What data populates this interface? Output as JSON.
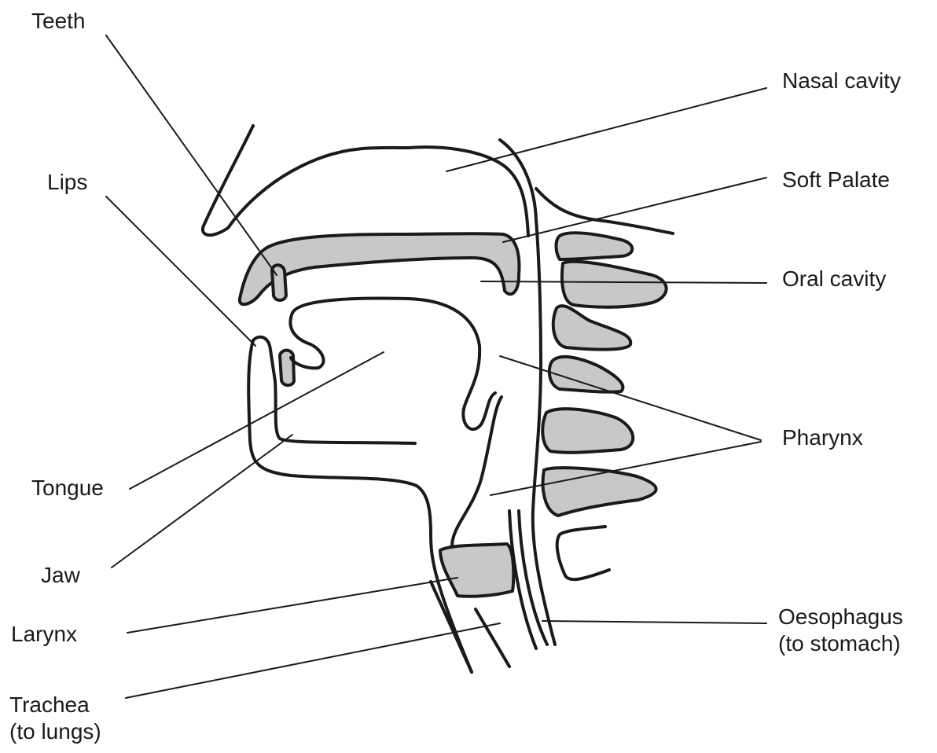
{
  "labels": {
    "teeth": "Teeth",
    "lips": "Lips",
    "tongue": "Tongue",
    "jaw": "Jaw",
    "larynx": "Larynx",
    "trachea": "Trachea\n(to lungs)",
    "nasal_cavity": "Nasal cavity",
    "soft_palate": "Soft Palate",
    "oral_cavity": "Oral cavity",
    "pharynx": "Pharynx",
    "oesophagus": "Oesophagus\n(to stomach)"
  },
  "colors": {
    "line": "#1a1a1a",
    "shading": "#c8c8c8",
    "background": "#ffffff"
  }
}
